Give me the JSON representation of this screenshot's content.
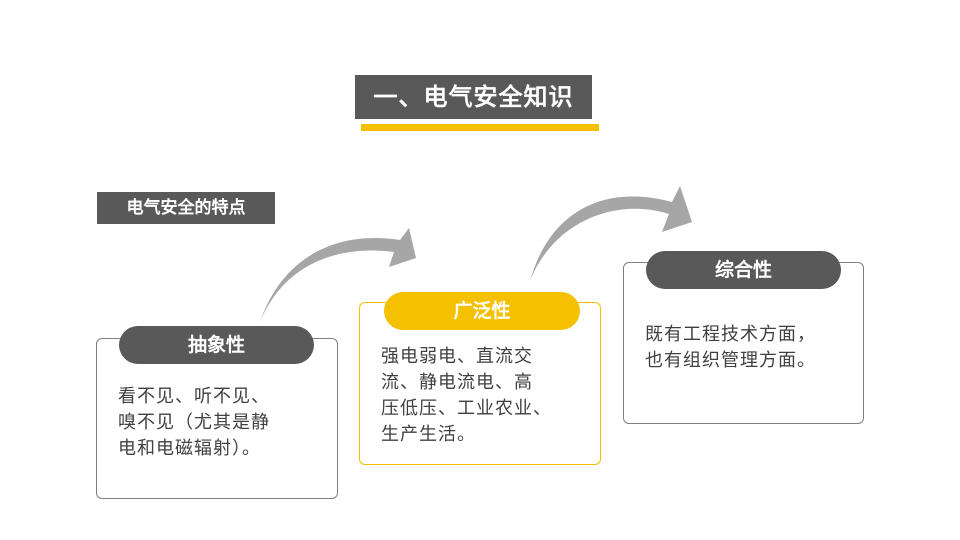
{
  "title": "一、电气安全知识",
  "section_label": "电气安全的特点",
  "cards": [
    {
      "heading": "抽象性",
      "body": [
        "看不见、听不见、",
        "嗅不见（尤其是静",
        "电和电磁辐射）。"
      ]
    },
    {
      "heading": "广泛性",
      "body": [
        "强电弱电、直流交",
        "流、静电流电、高",
        "压低压、工业农业、",
        "生产生活。"
      ]
    },
    {
      "heading": "综合性",
      "body": [
        "既有工程技术方面，",
        "也有组织管理方面。"
      ]
    }
  ],
  "colors": {
    "dark_gray": "#595959",
    "accent_yellow": "#f5c000",
    "arrow_gray": "#a6a6a6",
    "text": "#404040"
  }
}
